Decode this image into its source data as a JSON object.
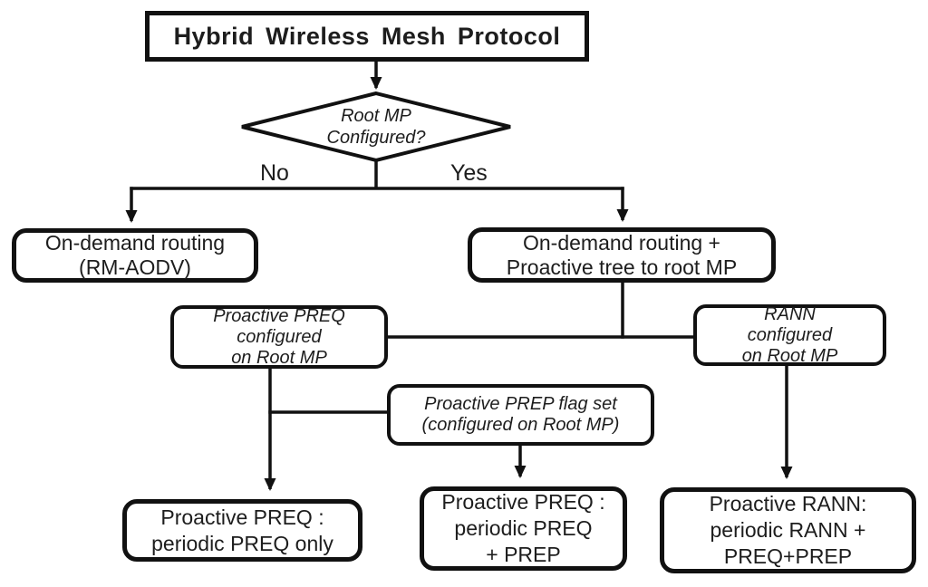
{
  "flowchart": {
    "title": "Hybrid Wireless Mesh Protocol",
    "decision": {
      "line1": "Root MP",
      "line2": "Configured?"
    },
    "branches": {
      "no": "No",
      "yes": "Yes"
    },
    "nodes": {
      "ondemand": {
        "lines": [
          "On-demand routing",
          "(RM-AODV)"
        ]
      },
      "ondemand_tree": {
        "lines": [
          "On-demand routing +",
          "Proactive tree to root MP"
        ]
      },
      "preq_configured": {
        "lines": [
          "Proactive PREQ",
          "configured",
          "on Root MP"
        ]
      },
      "rann_configured": {
        "lines": [
          "RANN",
          "configured",
          "on Root MP"
        ]
      },
      "prep_flag": {
        "lines": [
          "Proactive PREP flag set",
          "(configured on Root MP)"
        ]
      },
      "preq_only": {
        "lines": [
          "Proactive PREQ :",
          "periodic PREQ only"
        ]
      },
      "preq_prep": {
        "lines": [
          "Proactive PREQ :",
          "periodic PREQ",
          "+ PREP"
        ]
      },
      "rann_full": {
        "lines": [
          "Proactive RANN:",
          "periodic RANN +",
          "PREQ+PREP"
        ]
      }
    },
    "colors": {
      "line": "#111111",
      "text": "#1d1d1d",
      "background": "#ffffff"
    }
  }
}
